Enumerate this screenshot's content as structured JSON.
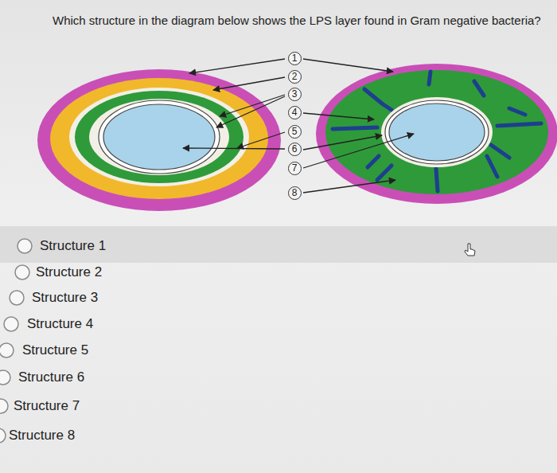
{
  "diagram": {
    "title": "Which structure in the diagram below shows the LPS layer found in Gram negative bacteria?",
    "nodes": [
      {
        "text": [
          "1"
        ]
      },
      {
        "text": [
          "2"
        ]
      },
      {
        "text": [
          "3"
        ]
      },
      {
        "text": [
          "4"
        ]
      },
      {
        "text": [
          "5"
        ]
      },
      {
        "text": [
          "6"
        ]
      },
      {
        "text": [
          "7"
        ]
      },
      {
        "text": [
          "8"
        ]
      }
    ],
    "labels": [
      "Structure 1",
      "Structure 2",
      "Structure 3",
      "Structure 4",
      "Structure 5",
      "Structure 6",
      "Structure 7",
      "Structure 8"
    ]
  }
}
